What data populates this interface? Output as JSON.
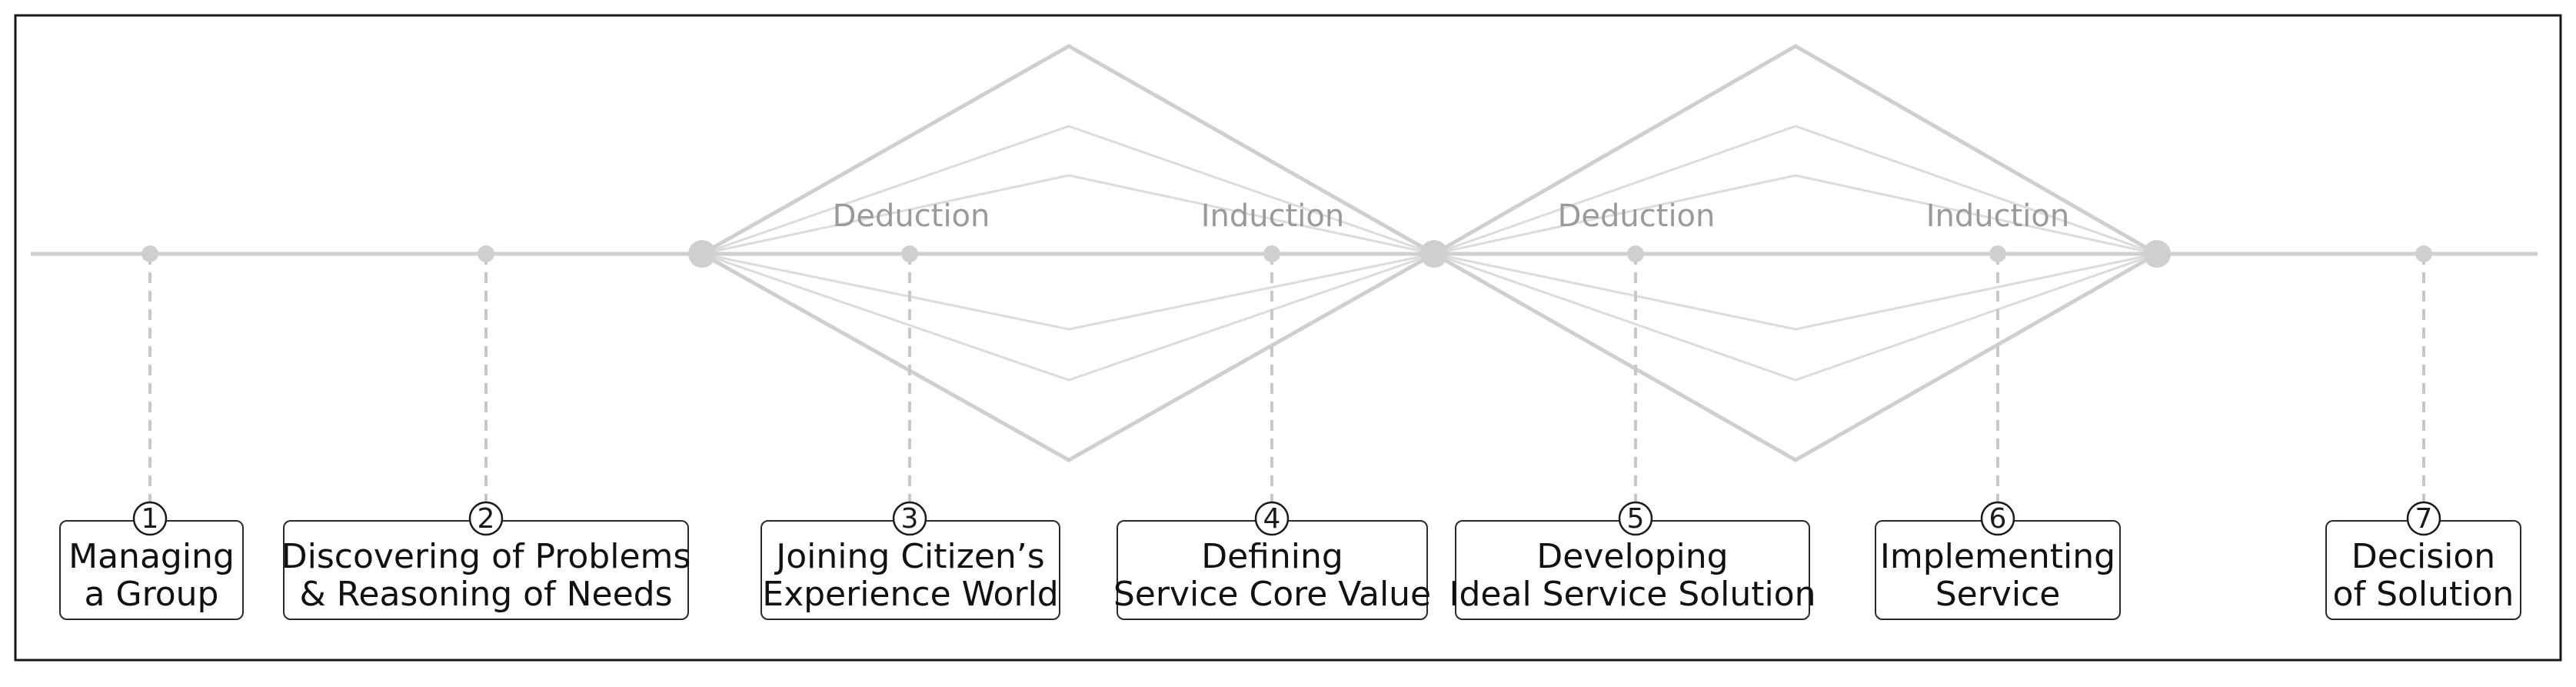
{
  "colors": {
    "frame": "#1a1a1a",
    "line": "#cfcfcf",
    "fan_line": "#dcdcdc",
    "dash": "#c8c8c8",
    "label": "#9a9a9a",
    "box_border": "#2a2a2a"
  },
  "phase_labels": [
    "Deduction",
    "Induction",
    "Deduction",
    "Induction"
  ],
  "steps": [
    {
      "number": "1",
      "line1": "Managing",
      "line2": "a Group"
    },
    {
      "number": "2",
      "line1": "Discovering of Problems",
      "line2": "& Reasoning of Needs"
    },
    {
      "number": "3",
      "line1": "Joining Citizen’s",
      "line2": "Experience World"
    },
    {
      "number": "4",
      "line1": "Defining",
      "line2": "Service Core Value"
    },
    {
      "number": "5",
      "line1": "Developing",
      "line2": "Ideal Service Solution"
    },
    {
      "number": "6",
      "line1": "Implementing",
      "line2": "Service"
    },
    {
      "number": "7",
      "line1": "Decision",
      "line2": "of Solution"
    }
  ]
}
